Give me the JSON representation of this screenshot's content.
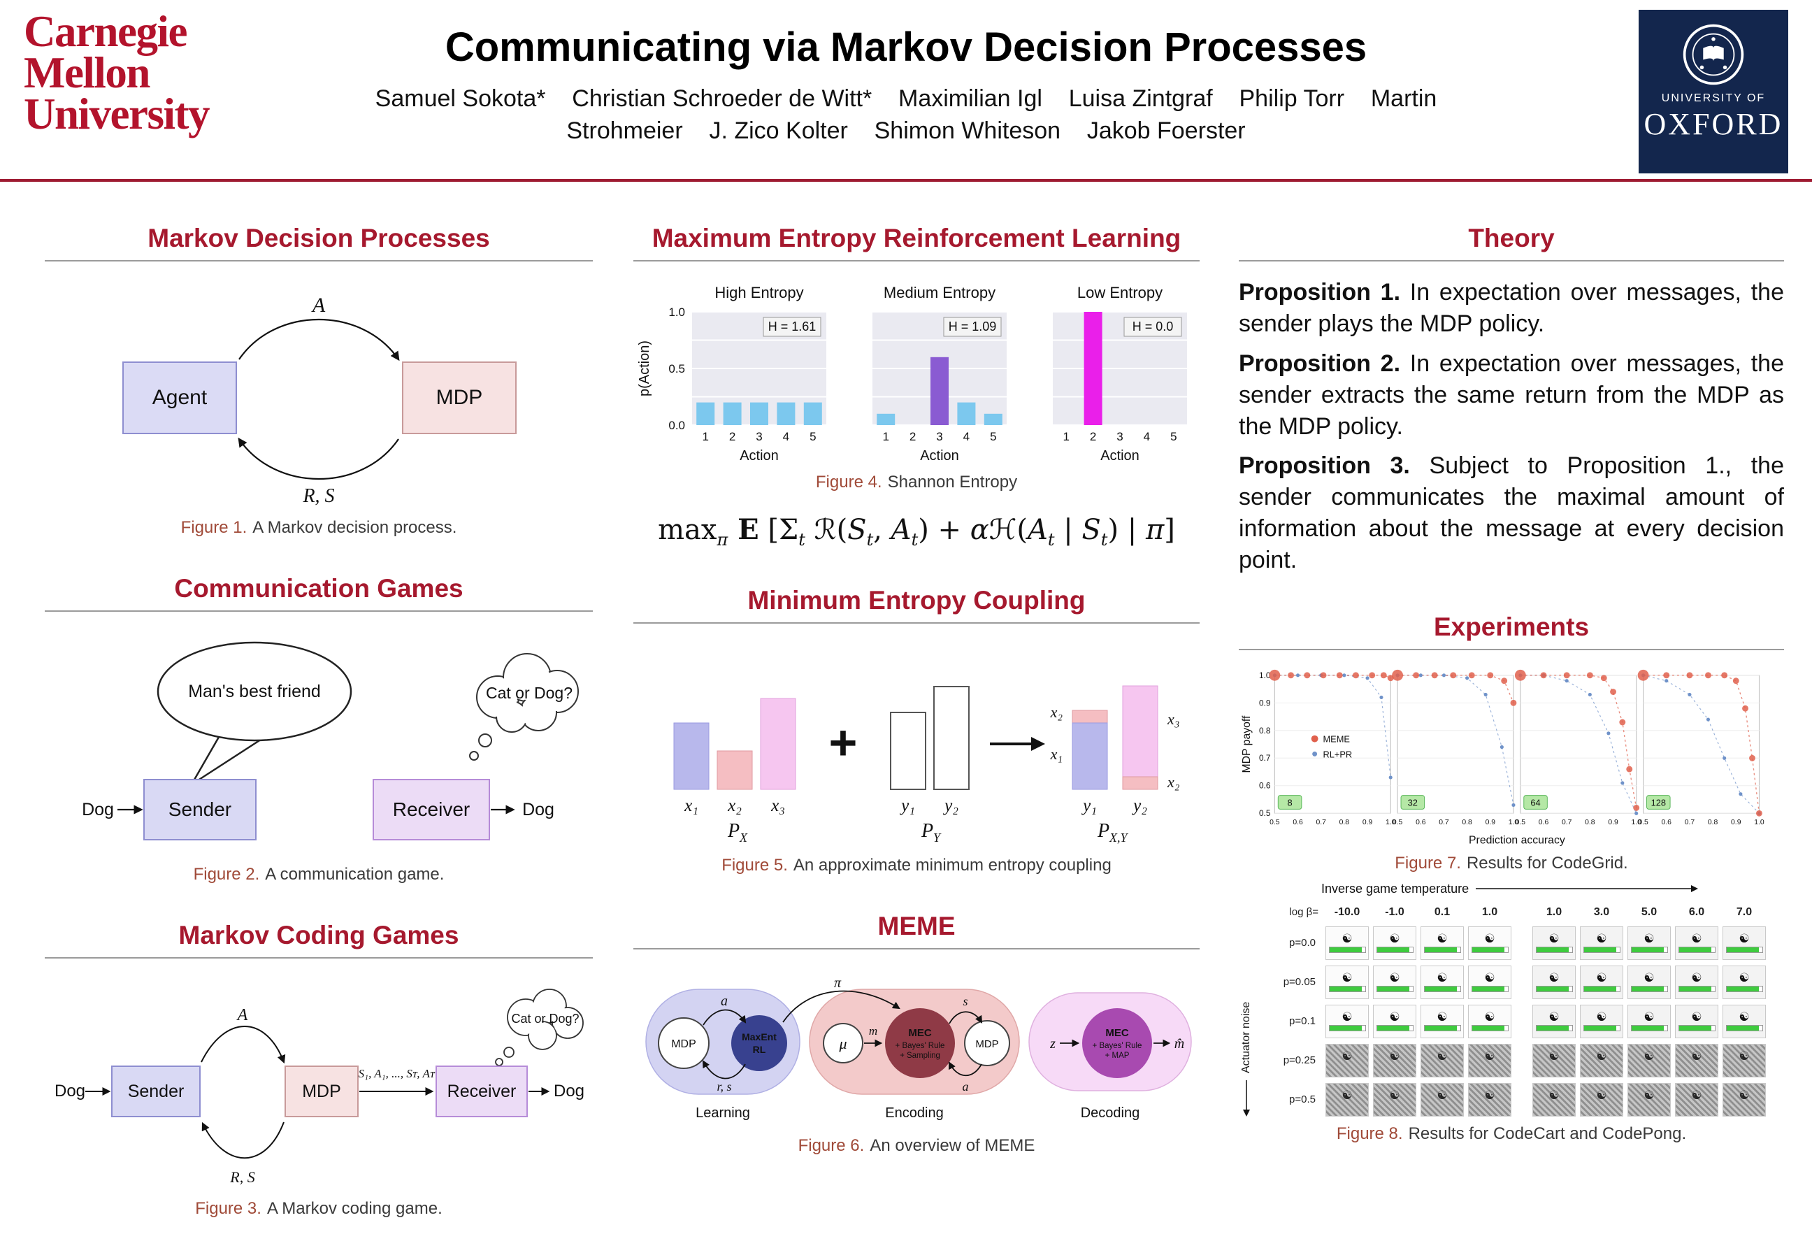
{
  "colors": {
    "cmu_red": "#b3132c",
    "heading_red": "#a6192e",
    "rule_red": "#9e1b32",
    "oxford_navy": "#13264d",
    "bar_blue": "#7cc8ee",
    "bar_purple": "#8a5bd2",
    "bar_magenta": "#ea1fea",
    "meme_red": "#e0604c",
    "rlpr_blue": "#6f92c9",
    "result_green": "#3ecb3e"
  },
  "header": {
    "cmu_lines": [
      "Carnegie",
      "Mellon",
      "University"
    ],
    "title": "Communicating via Markov Decision Processes",
    "authors": [
      "Samuel Sokota*",
      "Christian Schroeder de Witt*",
      "Maximilian Igl",
      "Luisa Zintgraf",
      "Philip Torr",
      "Martin Strohmeier",
      "J. Zico Kolter",
      "Shimon Whiteson",
      "Jakob Foerster"
    ],
    "oxford_university_of": "UNIVERSITY OF",
    "oxford_name": "OXFORD"
  },
  "mdp": {
    "heading": "Markov Decision Processes",
    "agent_label": "Agent",
    "mdp_label": "MDP",
    "action_label": "A",
    "reward_label": "R, S",
    "cap_label": "Figure 1.",
    "cap_text": "A Markov decision process."
  },
  "comm": {
    "heading": "Communication Games",
    "speech": "Man's best friend",
    "thought": "Cat or Dog?",
    "dog_in": "Dog",
    "sender": "Sender",
    "receiver": "Receiver",
    "dog_out": "Dog",
    "cap_label": "Figure 2.",
    "cap_text": "A communication game."
  },
  "mcg": {
    "heading": "Markov Coding Games",
    "dog_in": "Dog",
    "sender": "Sender",
    "mdp": "MDP",
    "receiver": "Receiver",
    "dog_out": "Dog",
    "action_label": "A",
    "reward_label": "R, S",
    "trajectory": "S₁, A₁, ..., Sᴛ, Aᴛ",
    "thought": "Cat or Dog?",
    "cap_label": "Figure 3.",
    "cap_text": "A Markov coding game."
  },
  "merl": {
    "heading": "Maximum Entropy Reinforcement Learning",
    "cap_label": "Figure 4.",
    "cap_text": "Shannon Entropy",
    "formula_segments": [
      {
        "t": "max",
        "s": "rm"
      },
      {
        "t": "π",
        "s": "sub"
      },
      {
        "t": " E",
        "s": "bb"
      },
      {
        "t": " [",
        "s": "rm"
      },
      {
        "t": "Σ",
        "s": "rm"
      },
      {
        "t": "t",
        "s": "sub"
      },
      {
        "t": " ℛ(",
        "s": "rm"
      },
      {
        "t": "S",
        "s": "it"
      },
      {
        "t": "t",
        "s": "sub"
      },
      {
        "t": ", ",
        "s": "rm"
      },
      {
        "t": "A",
        "s": "it"
      },
      {
        "t": "t",
        "s": "sub"
      },
      {
        "t": ") + ",
        "s": "rm"
      },
      {
        "t": "α",
        "s": "it"
      },
      {
        "t": "ℋ(",
        "s": "rm"
      },
      {
        "t": "A",
        "s": "it"
      },
      {
        "t": "t",
        "s": "sub"
      },
      {
        "t": " | ",
        "s": "rm"
      },
      {
        "t": "S",
        "s": "it"
      },
      {
        "t": "t",
        "s": "sub"
      },
      {
        "t": ") | ",
        "s": "rm"
      },
      {
        "t": "π",
        "s": "it"
      },
      {
        "t": "]",
        "s": "rm"
      }
    ]
  },
  "mec": {
    "heading": "Minimum Entropy Coupling",
    "x1": "x₁",
    "x2": "x₂",
    "x3": "x₃",
    "y1": "y₁",
    "y2": "y₂",
    "plus": "+",
    "px_sym": "P",
    "px_sub": "X",
    "py_sym": "P",
    "py_sub": "Y",
    "pxy_sym": "P",
    "pxy_sub": "X,Y",
    "stack_left_top": "x₂",
    "stack_left_mid": "x₁",
    "stack_right_top": "x₃",
    "stack_right_bot": "x₂",
    "out_y1": "y₁",
    "out_y2": "y₂",
    "cap_label": "Figure 5.",
    "cap_text": "An approximate minimum entropy coupling"
  },
  "meme": {
    "heading": "MEME",
    "learning": "Learning",
    "encoding": "Encoding",
    "decoding": "Decoding",
    "l_mdp": "MDP",
    "l_agent_1": "MaxEnt",
    "l_agent_2": "RL",
    "a": "a",
    "pi": "π",
    "rs": "r, s",
    "mu": "μ",
    "m": "m",
    "e_mec_1": "MEC",
    "e_mec_2": "+ Bayes' Rule",
    "e_mec_3": "+ Sampling",
    "s": "s",
    "a2": "a",
    "e_mdp": "MDP",
    "z": "z",
    "d_mec_1": "MEC",
    "d_mec_2": "+ Bayes' Rule",
    "d_mec_3": "+ MAP",
    "mhat": "m̂",
    "cap_label": "Figure 6.",
    "cap_text": "An overview of MEME"
  },
  "theory": {
    "heading": "Theory",
    "propositions": [
      {
        "label": "Proposition 1.",
        "text": "In expectation over messages, the sender plays the MDP policy."
      },
      {
        "label": "Proposition 2.",
        "text": "In expectation over messages, the sender extracts the same return from the MDP as the MDP policy."
      },
      {
        "label": "Proposition 3.",
        "text": "Subject to Proposition 1., the sender communicates the maximal amount of information about the message at every decision point."
      }
    ]
  },
  "experiments": {
    "heading": "Experiments",
    "fig7_cap_label": "Figure 7.",
    "fig7_cap_text": "Results for CodeGrid.",
    "fig8_cap_label": "Figure 8.",
    "fig8_cap_text": "Results for CodeCart and CodePong."
  },
  "chart_data": [
    {
      "id": "shannon-entropy-bars",
      "type": "bar",
      "ylabel": "p(Action)",
      "xlabel": "Action",
      "categories": [
        "1",
        "2",
        "3",
        "4",
        "5"
      ],
      "yticks": [
        "0.0",
        "0.5",
        "1.0"
      ],
      "ylim": [
        0,
        1.0
      ],
      "panels": [
        {
          "title": "High Entropy",
          "h_label": "H = 1.61",
          "values": [
            0.2,
            0.2,
            0.2,
            0.2,
            0.2
          ],
          "colors": [
            "#7cc8ee",
            "#7cc8ee",
            "#7cc8ee",
            "#7cc8ee",
            "#7cc8ee"
          ]
        },
        {
          "title": "Medium Entropy",
          "h_label": "H = 1.09",
          "values": [
            0.1,
            0,
            0.6,
            0.2,
            0.1
          ],
          "colors": [
            "#7cc8ee",
            "#7cc8ee",
            "#8a5bd2",
            "#7cc8ee",
            "#7cc8ee"
          ]
        },
        {
          "title": "Low Entropy",
          "h_label": "H = 0.0",
          "values": [
            0,
            1.0,
            0,
            0,
            0
          ],
          "colors": [
            "#7cc8ee",
            "#ea1fea",
            "#7cc8ee",
            "#7cc8ee",
            "#7cc8ee"
          ]
        }
      ]
    },
    {
      "id": "codegrid-scatter",
      "type": "scatter",
      "ylabel": "MDP payoff",
      "xlabel": "Prediction accuracy",
      "xlim": [
        0.5,
        1.0
      ],
      "ylim": [
        0.5,
        1.0
      ],
      "xticks": [
        "0.5",
        "0.6",
        "0.7",
        "0.8",
        "0.9",
        "1.0"
      ],
      "yticks": [
        "0.5",
        "0.6",
        "0.7",
        "0.8",
        "0.9",
        "1.0"
      ],
      "legend": [
        {
          "name": "MEME",
          "color": "#e0604c"
        },
        {
          "name": "RL+PR",
          "color": "#6f92c9"
        }
      ],
      "panels": [
        {
          "badge": "8",
          "meme": [
            [
              0.5,
              1.0
            ],
            [
              0.57,
              1.0
            ],
            [
              0.64,
              1.0
            ],
            [
              0.71,
              1.0
            ],
            [
              0.78,
              1.0
            ],
            [
              0.85,
              1.0
            ],
            [
              0.92,
              1.0
            ],
            [
              0.97,
              1.0
            ],
            [
              1.0,
              0.99
            ]
          ],
          "rlpr": [
            [
              0.5,
              1.0
            ],
            [
              0.6,
              1.0
            ],
            [
              0.7,
              1.0
            ],
            [
              0.8,
              1.0
            ],
            [
              0.9,
              0.99
            ],
            [
              0.96,
              0.92
            ],
            [
              1.0,
              0.63
            ]
          ]
        },
        {
          "badge": "32",
          "meme": [
            [
              0.5,
              1.0
            ],
            [
              0.58,
              1.0
            ],
            [
              0.66,
              1.0
            ],
            [
              0.74,
              1.0
            ],
            [
              0.82,
              1.0
            ],
            [
              0.9,
              1.0
            ],
            [
              0.96,
              0.98
            ],
            [
              1.0,
              0.9
            ]
          ],
          "rlpr": [
            [
              0.5,
              1.0
            ],
            [
              0.6,
              1.0
            ],
            [
              0.7,
              1.0
            ],
            [
              0.8,
              0.99
            ],
            [
              0.88,
              0.93
            ],
            [
              0.95,
              0.74
            ],
            [
              1.0,
              0.53
            ]
          ]
        },
        {
          "badge": "64",
          "meme": [
            [
              0.5,
              1.0
            ],
            [
              0.6,
              1.0
            ],
            [
              0.7,
              1.0
            ],
            [
              0.8,
              1.0
            ],
            [
              0.86,
              0.99
            ],
            [
              0.9,
              0.94
            ],
            [
              0.94,
              0.83
            ],
            [
              0.97,
              0.66
            ],
            [
              1.0,
              0.52
            ]
          ],
          "rlpr": [
            [
              0.5,
              1.0
            ],
            [
              0.6,
              1.0
            ],
            [
              0.7,
              0.98
            ],
            [
              0.8,
              0.93
            ],
            [
              0.88,
              0.79
            ],
            [
              0.94,
              0.61
            ],
            [
              1.0,
              0.5
            ]
          ]
        },
        {
          "badge": "128",
          "meme": [
            [
              0.5,
              1.0
            ],
            [
              0.6,
              1.0
            ],
            [
              0.7,
              1.0
            ],
            [
              0.78,
              1.0
            ],
            [
              0.85,
              1.0
            ],
            [
              0.9,
              0.98
            ],
            [
              0.94,
              0.88
            ],
            [
              0.97,
              0.7
            ],
            [
              1.0,
              0.5
            ]
          ],
          "rlpr": [
            [
              0.5,
              1.0
            ],
            [
              0.6,
              0.98
            ],
            [
              0.7,
              0.93
            ],
            [
              0.78,
              0.84
            ],
            [
              0.85,
              0.7
            ],
            [
              0.92,
              0.57
            ],
            [
              1.0,
              0.5
            ]
          ]
        }
      ]
    },
    {
      "id": "codecart-codepong-grid",
      "type": "table",
      "top_label": "Inverse game temperature",
      "left_label": "Actuator noise",
      "corner_label": "log β=",
      "cart_betas": [
        "-10.0",
        "-1.0",
        "0.1",
        "1.0"
      ],
      "pong_betas": [
        "1.0",
        "3.0",
        "5.0",
        "6.0",
        "7.0"
      ],
      "rows": [
        "p=0.0",
        "p=0.05",
        "p=0.1",
        "p=0.25",
        "p=0.5"
      ],
      "noisy_rows": [
        3,
        4
      ],
      "cell_icon": "☯",
      "bar_color": "#3ecb3e"
    }
  ]
}
